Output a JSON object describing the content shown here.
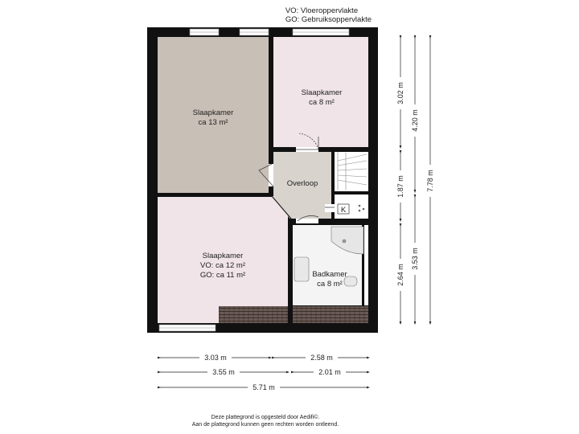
{
  "legend": {
    "vo": "VO: Vloeroppervlakte",
    "go": "GO: Gebruiksoppervlakte"
  },
  "rooms": {
    "slaapkamer_13": {
      "name": "Slaapkamer",
      "area": "ca 13 m²"
    },
    "slaapkamer_8": {
      "name": "Slaapkamer",
      "area": "ca 8 m²"
    },
    "overloop": {
      "name": "Overloop"
    },
    "slaapkamer_12": {
      "name": "Slaapkamer",
      "vo": "VO: ca 12 m²",
      "go": "GO: ca 11 m²"
    },
    "badkamer": {
      "name": "Badkamer",
      "area": "ca 8 m²"
    },
    "kast_label": "K"
  },
  "dimensions": {
    "bottom": {
      "row1": [
        "3.03 m",
        "2.58 m"
      ],
      "row2": [
        "3.55 m",
        "2.01 m"
      ],
      "row3": [
        "5.71 m"
      ]
    },
    "right": {
      "col1": [
        "3.02 m",
        "1.87 m",
        "2.64 m"
      ],
      "col2": [
        "4.20 m",
        "3.53 m"
      ],
      "col3": [
        "7.78 m"
      ]
    }
  },
  "footer": {
    "line1": "Deze plattegrond is opgesteld door Aedifi©.",
    "line2": "Aan de plattegrond kunnen geen rechten worden ontleend."
  },
  "colors": {
    "wall": "#111111",
    "room_taupe": "#c8bfb6",
    "room_pink": "#f0e4e8",
    "room_overloop": "#d8d3cd",
    "bathroom": "#f4f4f4"
  }
}
